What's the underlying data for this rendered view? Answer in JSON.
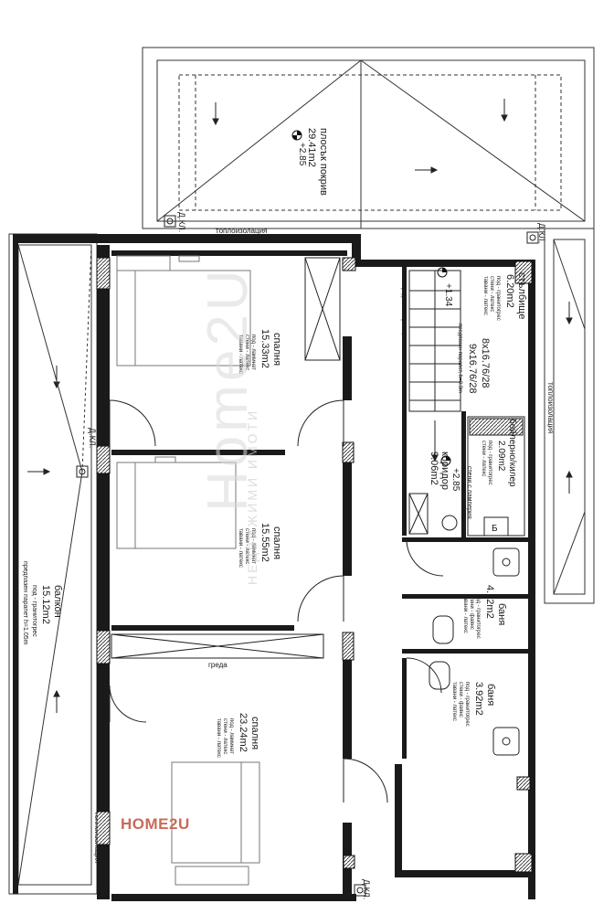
{
  "watermark": {
    "brand": "HOME2U",
    "logo_text": "Home2U",
    "logo_sub": "НЕДВИЖИМИ ИМОТИ"
  },
  "rooms": {
    "roof": {
      "name": "плосък покрив",
      "area": "29.41m2",
      "level": "+2.85"
    },
    "bedroom1": {
      "name": "спалня",
      "area": "15.33m2",
      "finish1": "под - ламинат",
      "finish2": "стени - латекс",
      "finish3": "тавани - латекс"
    },
    "bedroom2": {
      "name": "спалня",
      "area": "15.55m2",
      "finish1": "под - ламинат",
      "finish2": "стени - латекс",
      "finish3": "тавани - латекс"
    },
    "bedroom3": {
      "name": "спалня",
      "area": "23.24m2",
      "finish1": "под - ламинат",
      "finish2": "стени - латекс",
      "finish3": "тавани - латекс"
    },
    "stairwell": {
      "name": "стълбище",
      "area": "6.20m2",
      "finish1": "под - гранитогрес",
      "finish2": "стени - латекс",
      "finish3": "тавани - латекс",
      "level": "+1.34"
    },
    "boiler": {
      "name": "бойлерно/килер",
      "area": "2.09m2",
      "finish1": "под - гранитогрес",
      "finish2": "стени - латекс"
    },
    "corridor": {
      "name": "коридор",
      "area": "9.06m2",
      "finish1": "стени с ламперия",
      "level": "+2.85"
    },
    "bath1": {
      "name": "баня",
      "area": "4.12m2",
      "finish1": "под - гранитогрес",
      "finish2": "стени - фаянс",
      "finish3": "тавани - латекс"
    },
    "bath2": {
      "name": "баня",
      "area": "3.92m2",
      "finish1": "под - гранитогрес",
      "finish2": "стени - фаянс",
      "finish3": "тавани - латекс"
    },
    "balcony": {
      "name": "балкон",
      "area": "15.12m2",
      "finish1": "под - гранитогрес",
      "railing": "предпазен парапет h=1.05m"
    }
  },
  "stairs": {
    "flight1": "8x16.76/28",
    "flight2": "9x16.76/28",
    "railing1": "предпазен парапет, h=0.9m",
    "railing2": "предпазен парапет, h=0.9m"
  },
  "labels": {
    "insulation": "топлоизолация",
    "beam": "греда",
    "drain": "Д.КЛ.",
    "boiler_mark": "Б"
  }
}
